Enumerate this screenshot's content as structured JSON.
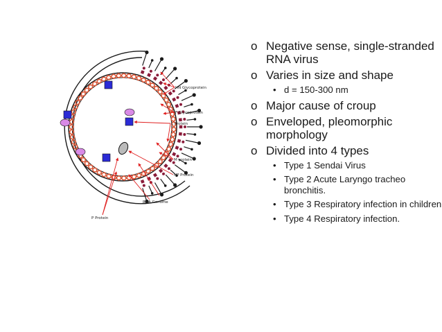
{
  "diagram": {
    "labels": {
      "hn_glycoprotein": "HN Glycoprotein",
      "f_glycoprotein": "F Glycoprotein",
      "l_protein": "L Protein",
      "m_protein": "M protein",
      "np_protein": "NP Protein",
      "rna_genome": "RNA Genome",
      "p_protein": "P Protein"
    },
    "colors": {
      "envelope": "#1a1a1a",
      "genome": "#d9593a",
      "membrane_protein": "#8a1c3a",
      "l_protein": "#2b2bd6",
      "p_protein": "#d98ae6",
      "arrow": "#e02020"
    }
  },
  "bullets": [
    {
      "marker": "o",
      "text": "Negative sense, single-stranded RNA virus",
      "sub": []
    },
    {
      "marker": "o",
      "text": "Varies in size and shape",
      "sub": [
        "d = 150-300 nm"
      ]
    },
    {
      "marker": "o",
      "text": "Major cause of croup",
      "sub": []
    },
    {
      "marker": "o",
      "text": "Enveloped, pleomorphic morphology",
      "sub": []
    },
    {
      "marker": "o",
      "text": "Divided into 4 types",
      "sub": [
        "Type 1 Sendai Virus",
        "Type 2 Acute Laryngo tracheo bronchitis.",
        "Type 3 Respiratory infection in children",
        "Type 4 Respiratory infection."
      ]
    }
  ]
}
